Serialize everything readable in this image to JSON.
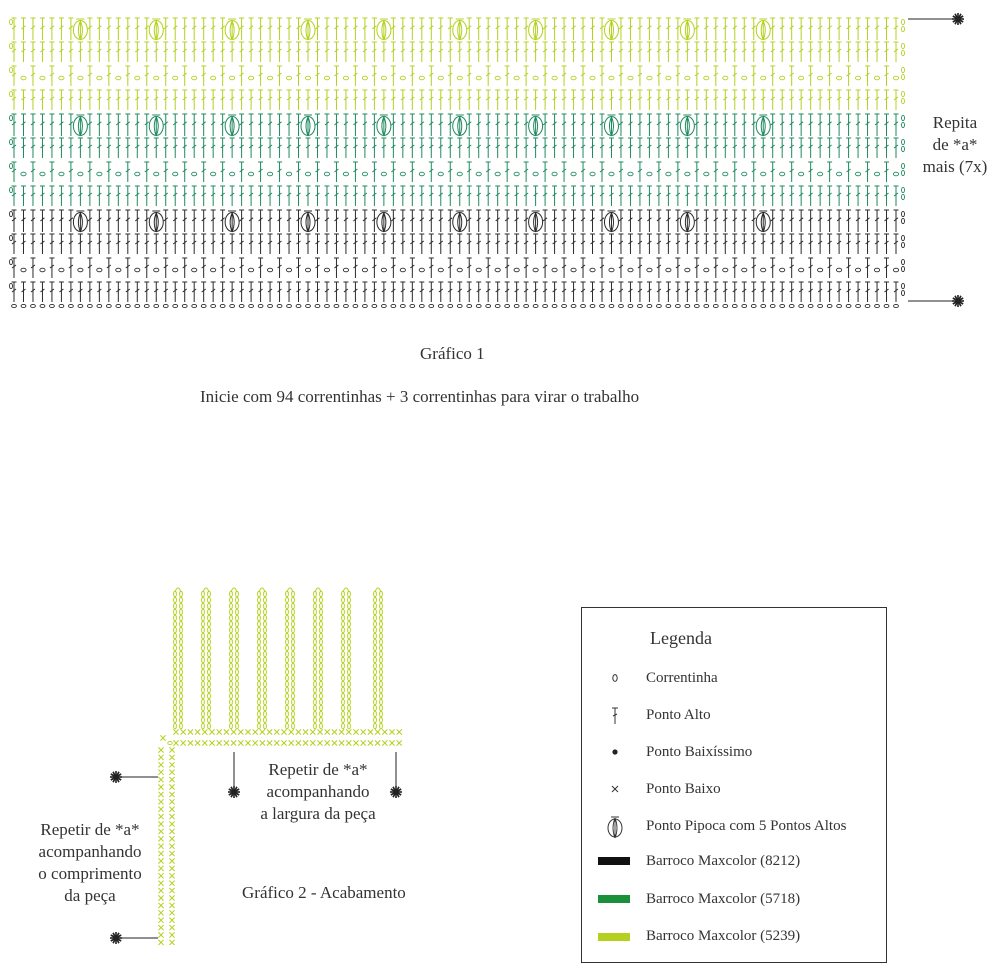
{
  "colors": {
    "black": "#2a2a2a",
    "green": "#1e8a5e",
    "lime": "#b5d01f",
    "text": "#333333"
  },
  "chart1": {
    "title": "Gráfico 1",
    "subtitle": "Inicie com 94 correntinhas + 3 correntinhas para virar o trabalho",
    "repeat_note": [
      "Repita",
      "de *a*",
      "mais (7x)"
    ],
    "marker_symbol": "✸"
  },
  "chart2": {
    "title": "Gráfico 2 - Acabamento",
    "note_width": [
      "Repetir de *a*",
      "acompanhando",
      "a largura da peça"
    ],
    "note_length": [
      "Repetir de *a*",
      "acompanhando",
      "o comprimento",
      "da peça"
    ],
    "marker_symbol": "✸"
  },
  "legend": {
    "title": "Legenda",
    "items": [
      {
        "label": "Correntinha",
        "icon": "chain-icon"
      },
      {
        "label": "Ponto Alto",
        "icon": "double-crochet-icon"
      },
      {
        "label": "Ponto Baixíssimo",
        "icon": "slip-stitch-icon"
      },
      {
        "label": "Ponto Baixo",
        "icon": "single-crochet-icon"
      },
      {
        "label": "Ponto Pipoca com 5 Pontos Altos",
        "icon": "popcorn-stitch-icon"
      },
      {
        "label": "Barroco Maxcolor (8212)",
        "icon": "swatch-black-icon",
        "color": "#111111"
      },
      {
        "label": "Barroco Maxcolor (5718)",
        "icon": "swatch-green-icon",
        "color": "#1b8f3a"
      },
      {
        "label": "Barroco Maxcolor (5239)",
        "icon": "swatch-lime-icon",
        "color": "#b5d01f"
      }
    ]
  }
}
